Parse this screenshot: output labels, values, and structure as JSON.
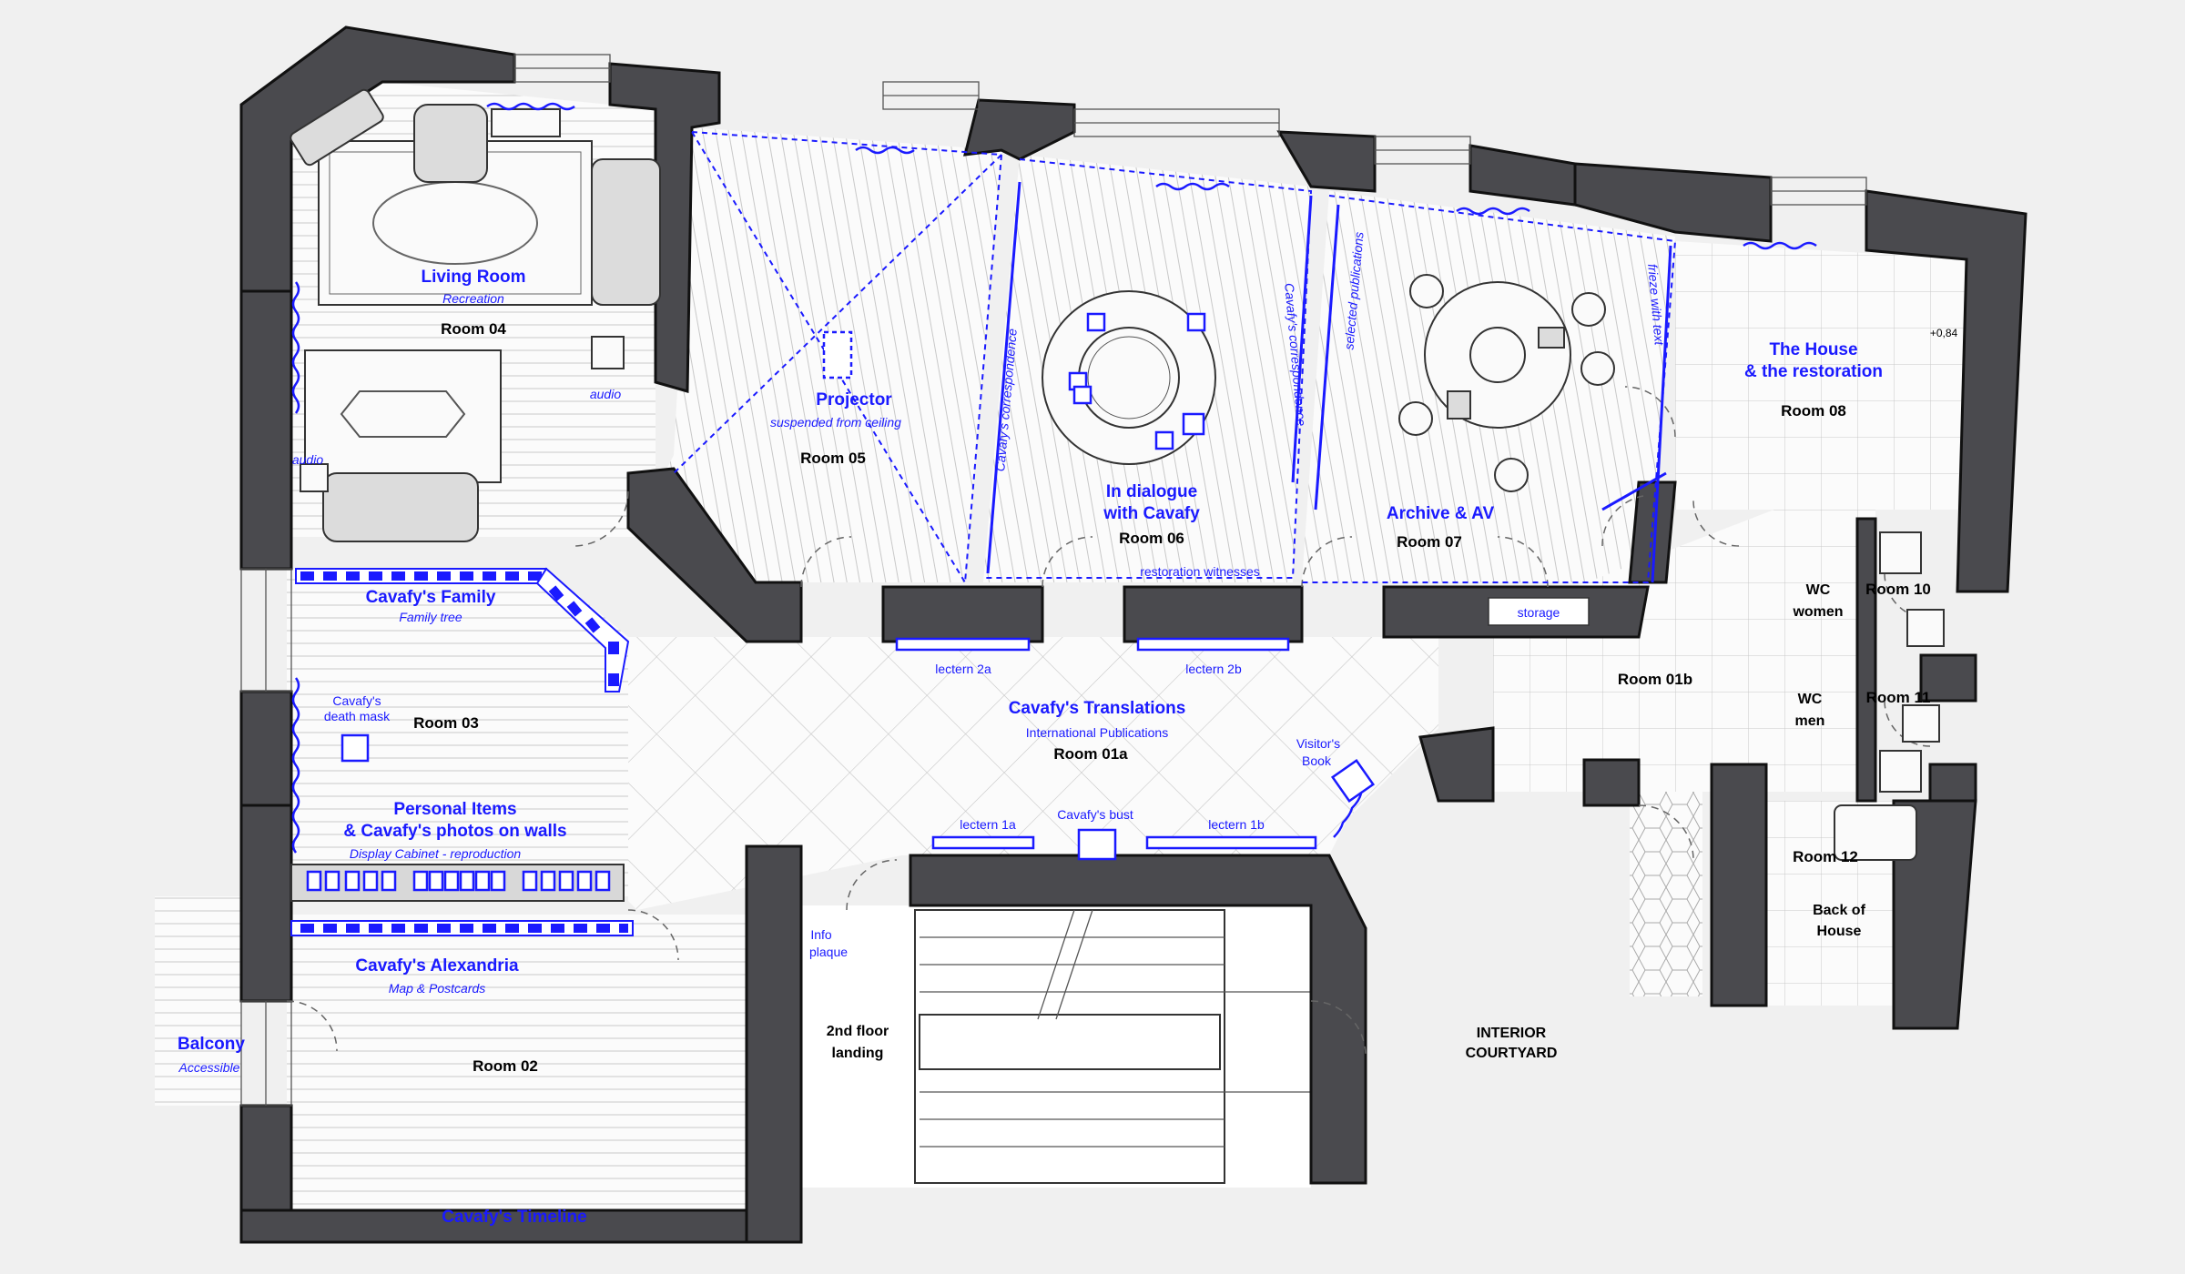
{
  "rooms": {
    "r01a": {
      "title": "Cavafy's Translations",
      "subtitle": "International Publications",
      "label": "Room 01a"
    },
    "r01b": {
      "label": "Room 01b"
    },
    "r02": {
      "title": "Cavafy's Alexandria",
      "subtitle": "Map & Postcards",
      "label": "Room 02",
      "bottom": "Cavafy's Timeline"
    },
    "r03": {
      "title": "Cavafy's Family",
      "subtitle": "Family tree",
      "label": "Room 03",
      "title2_line1": "Personal Items",
      "title2_line2": "& Cavafy's photos on walls",
      "subtitle2": "Display Cabinet - reproduction",
      "mask_line1": "Cavafy's",
      "mask_line2": "death mask"
    },
    "r04": {
      "title": "Living Room",
      "subtitle": "Recreation",
      "label": "Room 04",
      "audio1": "audio",
      "audio2": "audio"
    },
    "r05": {
      "title": "Projector",
      "subtitle": "suspended from ceiling",
      "label": "Room 05",
      "wall": "Cavafy's correspondence"
    },
    "r06": {
      "title_line1": "In dialogue",
      "title_line2": "with Cavafy",
      "label": "Room 06",
      "wall": "Cavafy's correspondence",
      "bottom": "restoration witnesses"
    },
    "r07": {
      "title": "Archive & AV",
      "label": "Room 07",
      "wall_left": "selected publications",
      "wall_right": "frieze with text",
      "storage": "storage"
    },
    "r08": {
      "title_line1": "The House",
      "title_line2": "& the restoration",
      "label": "Room 08",
      "level": "+0,84"
    },
    "r10": {
      "label": "Room 10",
      "wc_line1": "WC",
      "wc_line2": "women"
    },
    "r11": {
      "label": "Room 11",
      "wc_line1": "WC",
      "wc_line2": "men"
    },
    "r12": {
      "label": "Room 12",
      "back_line1": "Back of",
      "back_line2": "House"
    }
  },
  "lecterns": {
    "l1a": "lectern 1a",
    "l1b": "lectern 1b",
    "l2a": "lectern 2a",
    "l2b": "lectern 2b",
    "bust": "Cavafy's bust",
    "book_line1": "Visitor's",
    "book_line2": "Book"
  },
  "balcony": {
    "title": "Balcony",
    "subtitle": "Accessible"
  },
  "landing": {
    "line1": "2nd floor",
    "line2": "landing",
    "info_line1": "Info",
    "info_line2": "plaque"
  },
  "courtyard": {
    "line1": "INTERIOR",
    "line2": "COURTYARD"
  },
  "colors": {
    "walls": "#4a4a4e",
    "exhibit": "#1a1aff",
    "background": "#f0f0f0"
  }
}
